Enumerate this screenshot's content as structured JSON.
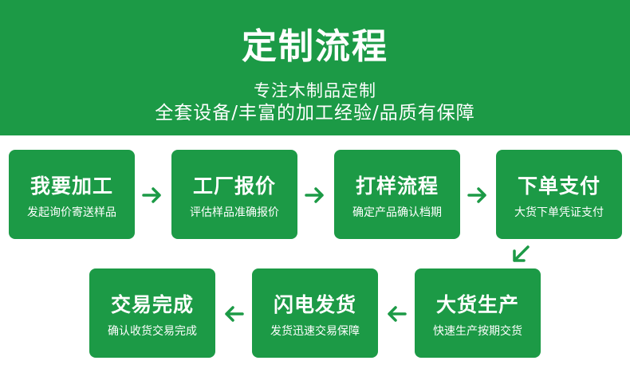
{
  "header": {
    "title": "定制流程",
    "subtitle_line1": "专注木制品定制",
    "subtitle_line2": "全套设备/丰富的加工经验/品质有保障"
  },
  "colors": {
    "primary": "#1c9a46",
    "text_on_primary": "#ffffff"
  },
  "steps": [
    {
      "title": "我要加工",
      "desc": "发起询价寄送样品"
    },
    {
      "title": "工厂报价",
      "desc": "评估样品准确报价"
    },
    {
      "title": "打样流程",
      "desc": "确定产品确认档期"
    },
    {
      "title": "下单支付",
      "desc": "大货下单凭证支付"
    },
    {
      "title": "大货生产",
      "desc": "快速生产按期交货"
    },
    {
      "title": "闪电发货",
      "desc": "发货迅速交易保障"
    },
    {
      "title": "交易完成",
      "desc": "确认收货交易完成"
    }
  ],
  "arrows": [
    {
      "icon": "arrow-right-icon"
    },
    {
      "icon": "arrow-right-icon"
    },
    {
      "icon": "arrow-right-icon"
    },
    {
      "icon": "arrow-down-left-icon"
    },
    {
      "icon": "arrow-left-icon"
    },
    {
      "icon": "arrow-left-icon"
    }
  ]
}
